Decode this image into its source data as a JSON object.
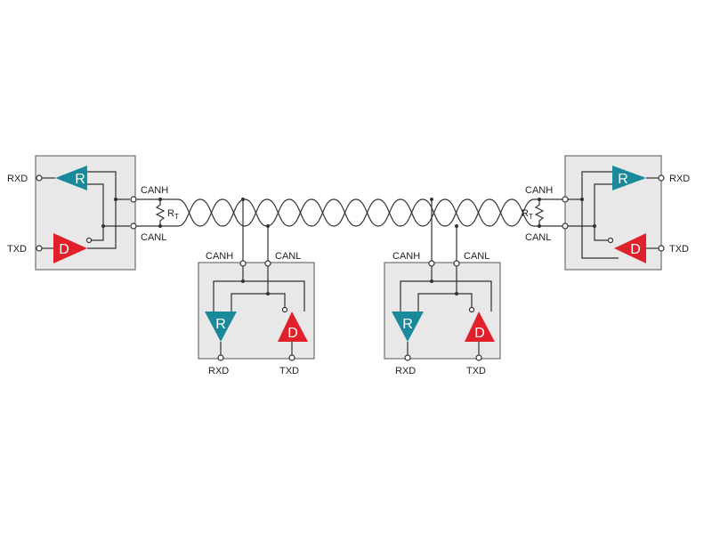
{
  "labels": {
    "rxd": "RXD",
    "txd": "TXD",
    "canh": "CANH",
    "canl": "CANL",
    "rt_main": "R",
    "rt_sub": "T",
    "receiver": "R",
    "driver": "D"
  },
  "colors": {
    "receiver": "#1a8a9a",
    "driver": "#e0202a",
    "box_fill": "#e8e8e8",
    "wire": "#333333"
  }
}
